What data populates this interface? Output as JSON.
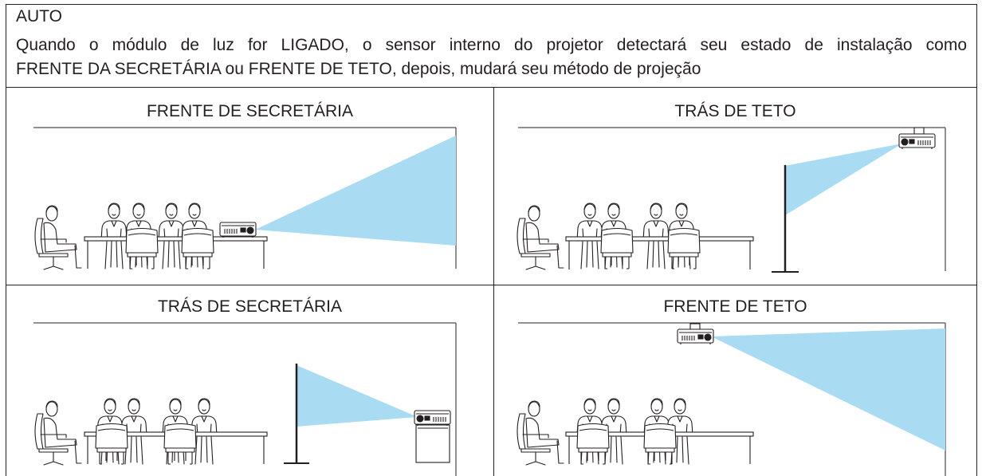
{
  "header": {
    "mode": "AUTO",
    "description_lines": [
      "Quando o módulo de luz for LIGADO, o sensor interno do projetor detectará seu estado de instalação como",
      "FRENTE DA SECRETÁRIA ou FRENTE DE TETO, depois, mudará seu método de projeção"
    ]
  },
  "orientations": [
    {
      "title": "FRENTE DE SECRETÁRIA"
    },
    {
      "title": "TRÁS DE TETO"
    },
    {
      "title": "TRÁS DE SECRETÁRIA"
    },
    {
      "title": "FRENTE DE TETO"
    }
  ],
  "colors": {
    "beam": "#a9dcf3"
  }
}
